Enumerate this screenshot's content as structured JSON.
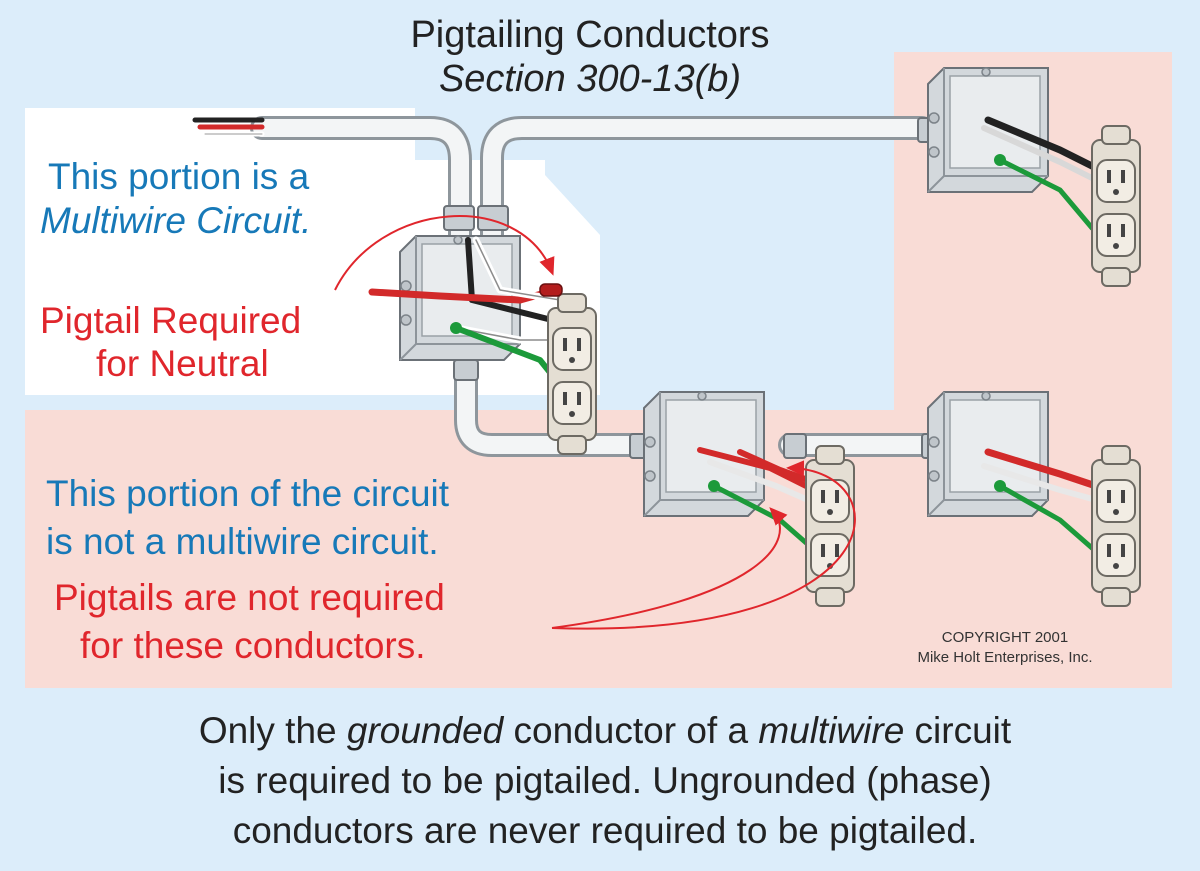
{
  "title": {
    "line1": "Pigtailing Conductors",
    "line2": "Section 300-13(b)"
  },
  "multiwire_note": {
    "line1": "This portion is a",
    "line2": "Multiwire Circuit."
  },
  "pigtail_required": {
    "line1": "Pigtail  Required",
    "line2": "for  Neutral"
  },
  "not_multiwire_note": {
    "line1": "This portion of the circuit",
    "line2": "is not a multiwire circuit."
  },
  "pigtails_not_required": {
    "line1": "Pigtails are not required",
    "line2": "for these conductors."
  },
  "copyright": {
    "line1": "COPYRIGHT 2001",
    "line2": "Mike Holt Enterprises, Inc."
  },
  "caption": {
    "l1_a": "Only the ",
    "l1_b": "grounded",
    "l1_c": " conductor of a ",
    "l1_d": "multiwire",
    "l1_e": " circuit",
    "line2": "is required to be pigtailed. Ungrounded (phase)",
    "line3": "conductors are never required to be pigtailed."
  },
  "colors": {
    "background": "#dcedfa",
    "pink_panel": "#f9dcd6",
    "white_panel": "#ffffff",
    "blue_text": "#1779b8",
    "red_text": "#e0262c",
    "wire_red": "#d22a2a",
    "wire_green": "#1c9a3a",
    "wire_black": "#222222"
  }
}
